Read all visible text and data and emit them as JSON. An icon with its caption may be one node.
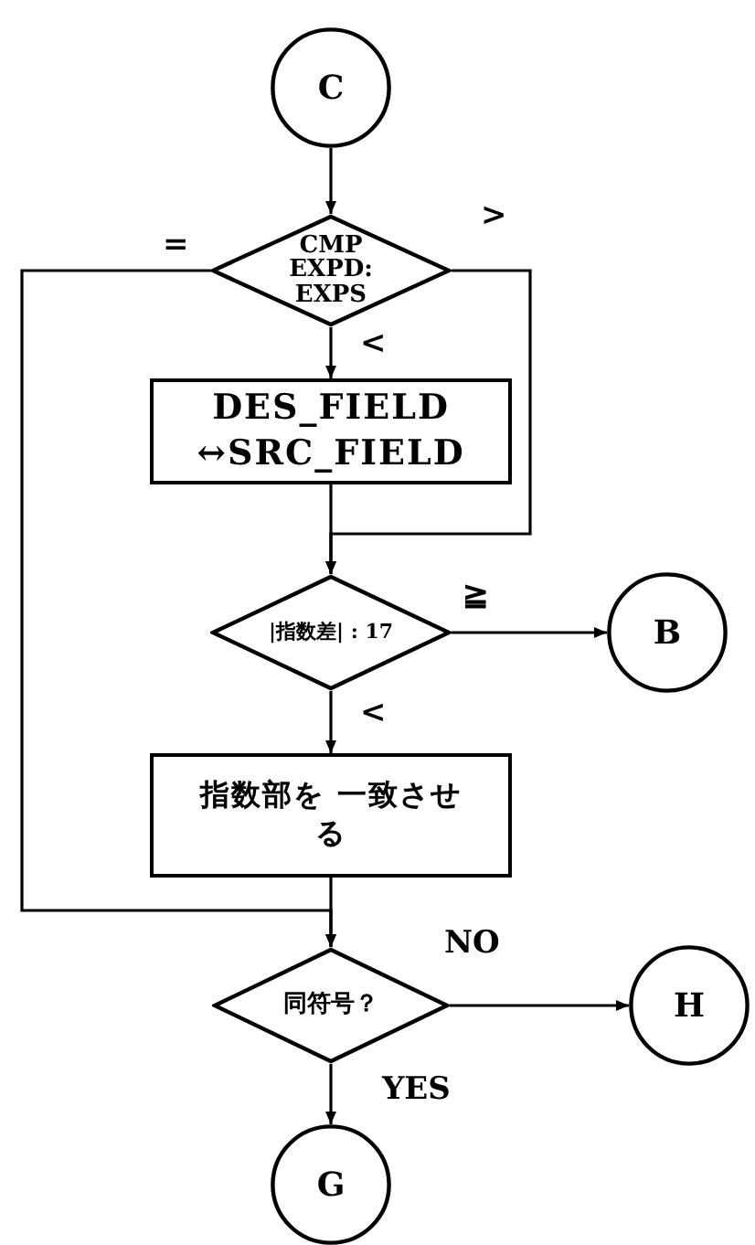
{
  "diagram": {
    "nodes": [
      {
        "text": [
          "C"
        ]
      },
      {
        "text": [
          "CMP EXPD: EXPS"
        ]
      },
      {
        "text": [
          "DES_FIELD ↔SRC_FIELD"
        ]
      },
      {
        "text": [
          "|指数差| : 17"
        ]
      },
      {
        "text": [
          "B"
        ]
      },
      {
        "text": [
          "指数部を 一致させる"
        ]
      },
      {
        "text": [
          "同符号？"
        ]
      },
      {
        "text": [
          "H"
        ]
      },
      {
        "text": [
          "G"
        ]
      }
    ],
    "edges": [
      {
        "from": 0,
        "to": 1,
        "arrow": "to"
      },
      {
        "from": 1,
        "to": 2,
        "arrow": "to",
        "label": "<"
      },
      {
        "from": 1,
        "to": 3,
        "arrow": "to",
        "label": ">"
      },
      {
        "from": 1,
        "to": 6,
        "arrow": "to",
        "label": "="
      },
      {
        "from": 2,
        "to": 3,
        "arrow": "to"
      },
      {
        "from": 3,
        "to": 4,
        "arrow": "to",
        "label": "≧"
      },
      {
        "from": 3,
        "to": 5,
        "arrow": "to",
        "label": "<"
      },
      {
        "from": 5,
        "to": 6,
        "arrow": "to"
      },
      {
        "from": 6,
        "to": 7,
        "arrow": "to",
        "label": "NO"
      },
      {
        "from": 6,
        "to": 8,
        "arrow": "to",
        "label": "YES"
      }
    ]
  }
}
